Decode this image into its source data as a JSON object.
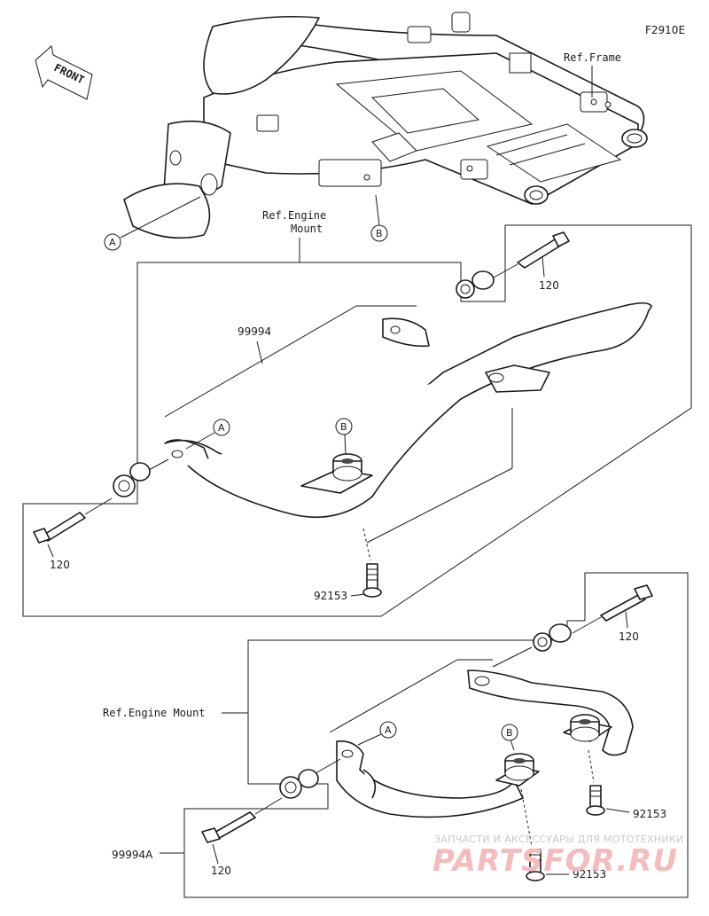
{
  "figure_code": "F2910E",
  "front_label": "FRONT",
  "upper": {
    "ref_frame": "Ref.Frame",
    "ref_engine_mount_line1": "Ref.Engine",
    "ref_engine_mount_line2": "Mount",
    "callout_a": "A",
    "callout_b": "B",
    "part_guard": "99994",
    "part_bolt_right": "120",
    "part_bolt_left": "120",
    "part_screw": "92153"
  },
  "lower": {
    "ref_engine_mount": "Ref.Engine Mount",
    "callout_a": "A",
    "callout_b": "B",
    "part_guard": "99994A",
    "part_bolt_right": "120",
    "part_bolt_left": "120",
    "part_screw_right": "92153",
    "part_screw_bottom": "92153"
  },
  "watermark": {
    "tagline": "ЗАПЧАСТИ И АКСЕССУАРЫ ДЛЯ МОТОТЕХНИКИ",
    "brand": "PARTSFOR.RU"
  }
}
